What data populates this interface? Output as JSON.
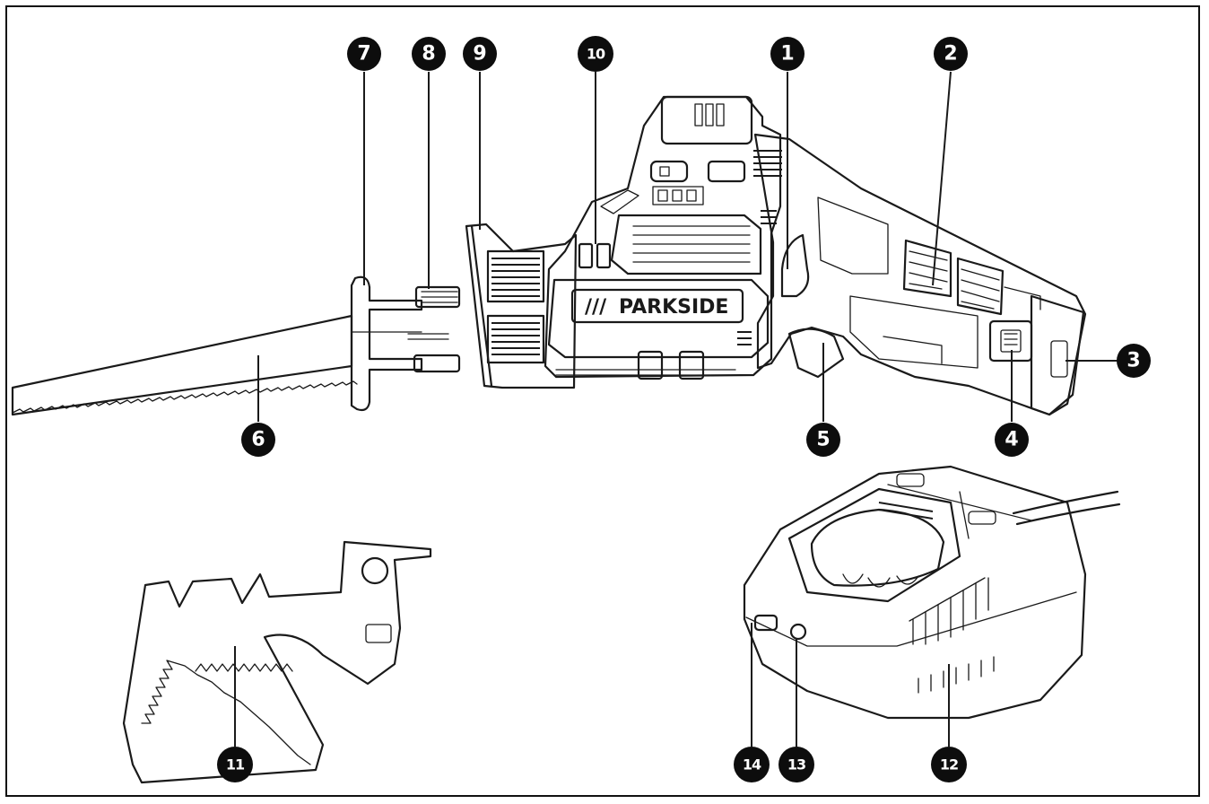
{
  "brand": {
    "prefix": "///",
    "name": "PARKSIDE"
  },
  "callouts": [
    {
      "id": "c1",
      "label": "1"
    },
    {
      "id": "c2",
      "label": "2"
    },
    {
      "id": "c3",
      "label": "3"
    },
    {
      "id": "c4",
      "label": "4"
    },
    {
      "id": "c5",
      "label": "5"
    },
    {
      "id": "c6",
      "label": "6"
    },
    {
      "id": "c7",
      "label": "7"
    },
    {
      "id": "c8",
      "label": "8"
    },
    {
      "id": "c9",
      "label": "9"
    },
    {
      "id": "c10",
      "label": "10"
    },
    {
      "id": "c11",
      "label": "11"
    },
    {
      "id": "c12",
      "label": "12"
    },
    {
      "id": "c13",
      "label": "13"
    },
    {
      "id": "c14",
      "label": "14"
    }
  ]
}
